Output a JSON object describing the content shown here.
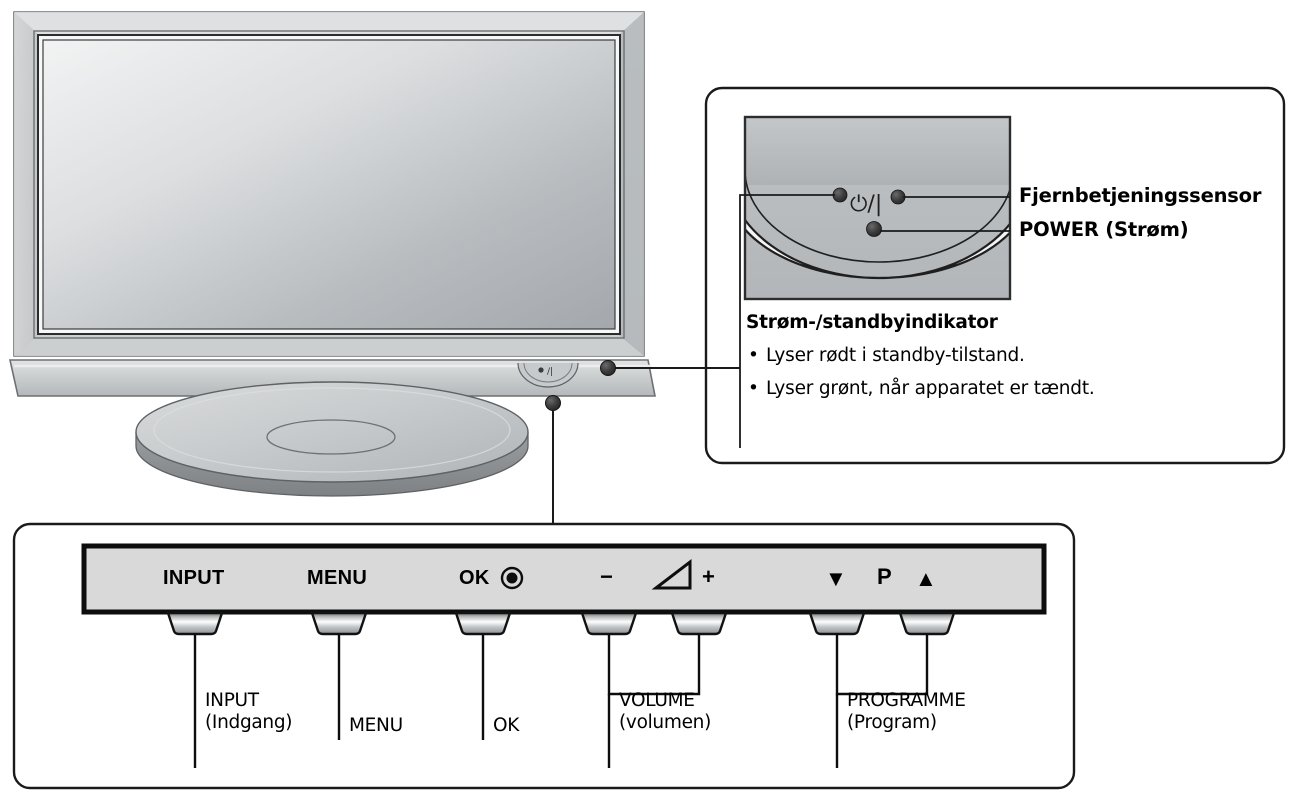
{
  "diagram": {
    "title_hidden": "",
    "product": "flat-panel-television-front-view"
  },
  "callout_box": {
    "labels": {
      "remote_sensor": "Fjernbetjeningssensor",
      "power": "POWER (Strøm)"
    },
    "indicator": {
      "title": "Strøm-/standbyindikator",
      "bullets": [
        "Lyser rødt i standby-tilstand.",
        "Lyser grønt, når apparatet er tændt."
      ],
      "bullet_glyph": "•"
    },
    "power_symbol": "⏻/|"
  },
  "control_panel": {
    "buttons": [
      {
        "id": "input",
        "label": "INPUT",
        "symbol": ""
      },
      {
        "id": "menu",
        "label": "MENU",
        "symbol": ""
      },
      {
        "id": "ok",
        "label": "OK",
        "symbol": "◉"
      },
      {
        "id": "vol_minus",
        "label": "",
        "symbol": "−"
      },
      {
        "id": "vol_wedge",
        "label": "",
        "symbol": "volume-wedge"
      },
      {
        "id": "vol_plus",
        "label": "",
        "symbol": "+"
      },
      {
        "id": "prog_down",
        "label": "",
        "symbol": "▼"
      },
      {
        "id": "prog_p",
        "label": "",
        "symbol": "P"
      },
      {
        "id": "prog_up",
        "label": "",
        "symbol": "▲"
      }
    ],
    "captions": [
      {
        "id": "input",
        "line1": "INPUT",
        "line2": "(Indgang)"
      },
      {
        "id": "menu",
        "line1": "MENU",
        "line2": ""
      },
      {
        "id": "ok",
        "line1": "OK",
        "line2": ""
      },
      {
        "id": "volume",
        "line1": "VOLUME",
        "line2": "(volumen)"
      },
      {
        "id": "programme",
        "line1": "PROGRAMME",
        "line2": "(Program)"
      }
    ]
  },
  "colors": {
    "ink": "#000000",
    "page_bg": "#ffffff",
    "panel_fill": "#d9d9d9",
    "bezel_light": "#d5d7d8",
    "bezel_mid": "#bcbfc1",
    "bezel_dark": "#9fa3a6",
    "screen_light": "#eef0f0",
    "screen_dark": "#a8acb0",
    "detail_dark": "#b3b6b8",
    "detail_band": "#f2f2f2",
    "dot": "#3a3a3a"
  }
}
